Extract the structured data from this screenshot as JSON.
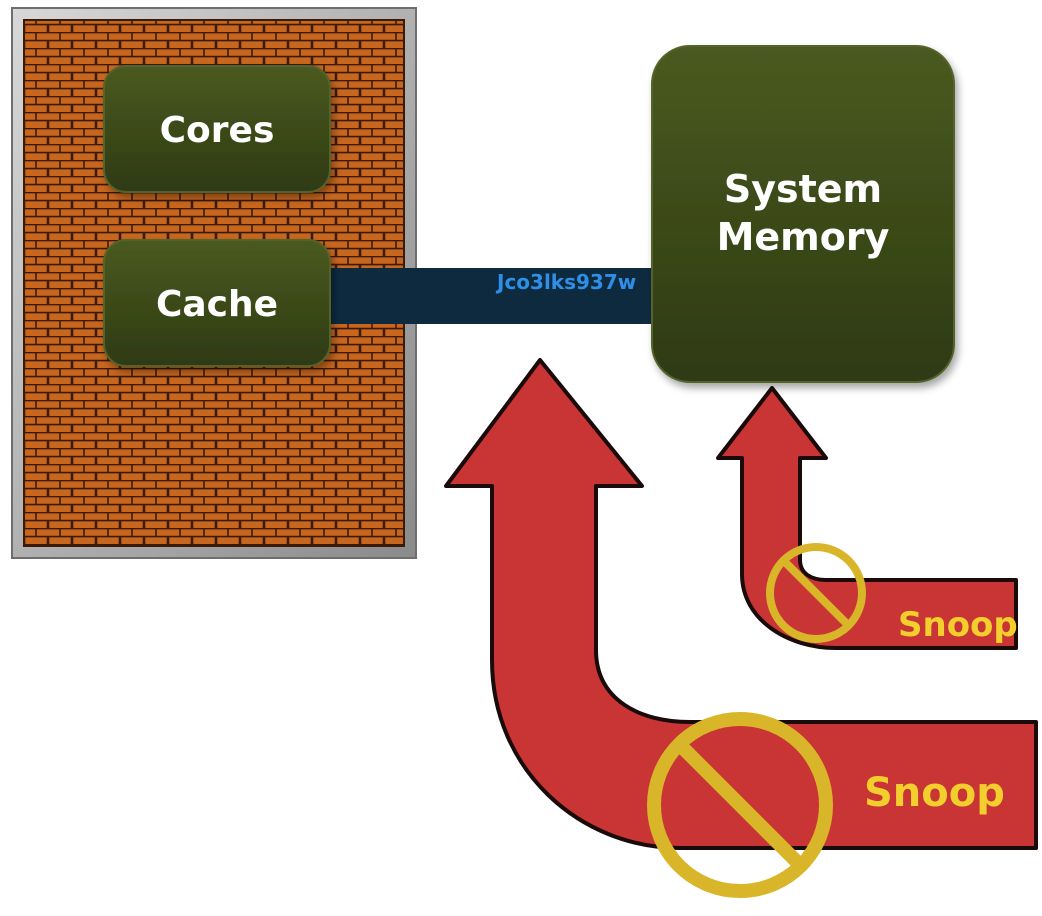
{
  "cpu": {
    "cores_label": "Cores",
    "cache_label": "Cache"
  },
  "memory": {
    "line1": "System",
    "line2": "Memory"
  },
  "bus": {
    "label": "Jco3lks937w"
  },
  "snoops": {
    "upper_label": "Snoop",
    "lower_label": "Snoop"
  },
  "colors": {
    "brick": "#c8661e",
    "mortar": "#3a1a08",
    "block_green": "#3b4a18",
    "bus_navy": "#0e2a3f",
    "arrow_red": "#c93434",
    "no_sign_yellow": "#d9b52a",
    "label_yellow": "#f2cf2c"
  }
}
